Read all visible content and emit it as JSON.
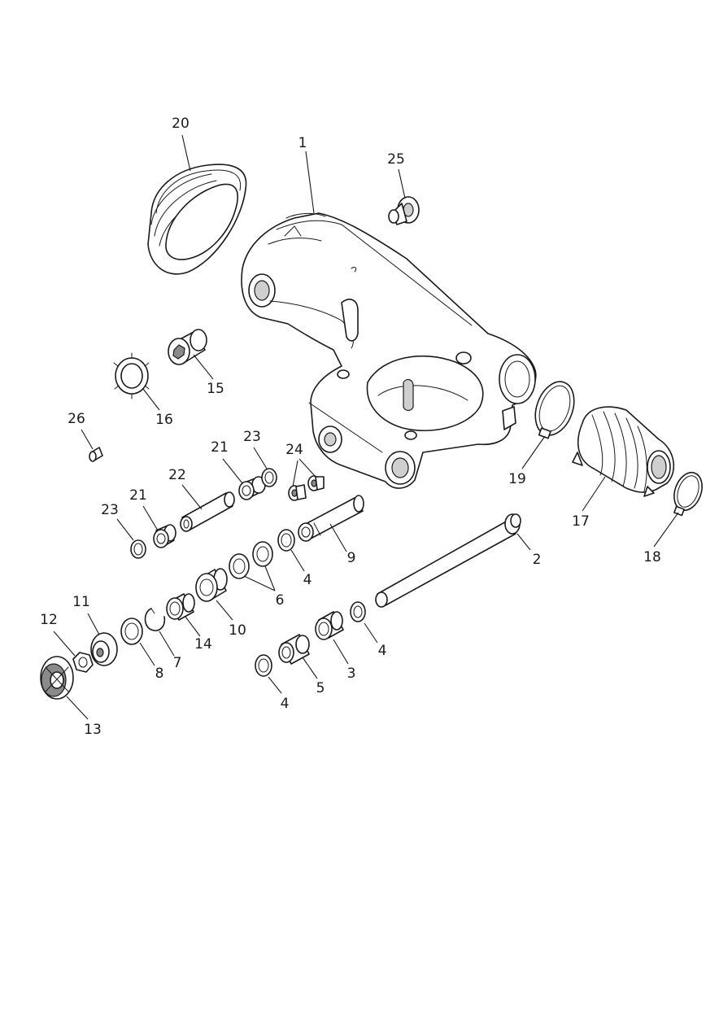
{
  "callouts": [
    {
      "id": "c1",
      "label": "1"
    },
    {
      "id": "c2",
      "label": "2"
    },
    {
      "id": "c3",
      "label": "3"
    },
    {
      "id": "c4a",
      "label": "4"
    },
    {
      "id": "c4b",
      "label": "4"
    },
    {
      "id": "c4c",
      "label": "4"
    },
    {
      "id": "c5",
      "label": "5"
    },
    {
      "id": "c6",
      "label": "6"
    },
    {
      "id": "c7",
      "label": "7"
    },
    {
      "id": "c8",
      "label": "8"
    },
    {
      "id": "c9",
      "label": "9"
    },
    {
      "id": "c10",
      "label": "10"
    },
    {
      "id": "c11",
      "label": "11"
    },
    {
      "id": "c12",
      "label": "12"
    },
    {
      "id": "c13",
      "label": "13"
    },
    {
      "id": "c14",
      "label": "14"
    },
    {
      "id": "c15",
      "label": "15"
    },
    {
      "id": "c16",
      "label": "16"
    },
    {
      "id": "c17",
      "label": "17"
    },
    {
      "id": "c18",
      "label": "18"
    },
    {
      "id": "c19",
      "label": "19"
    },
    {
      "id": "c20",
      "label": "20"
    },
    {
      "id": "c21a",
      "label": "21"
    },
    {
      "id": "c21b",
      "label": "21"
    },
    {
      "id": "c22",
      "label": "22"
    },
    {
      "id": "c23a",
      "label": "23"
    },
    {
      "id": "c23b",
      "label": "23"
    },
    {
      "id": "c24",
      "label": "24"
    },
    {
      "id": "c25",
      "label": "25"
    },
    {
      "id": "c26",
      "label": "26"
    }
  ]
}
